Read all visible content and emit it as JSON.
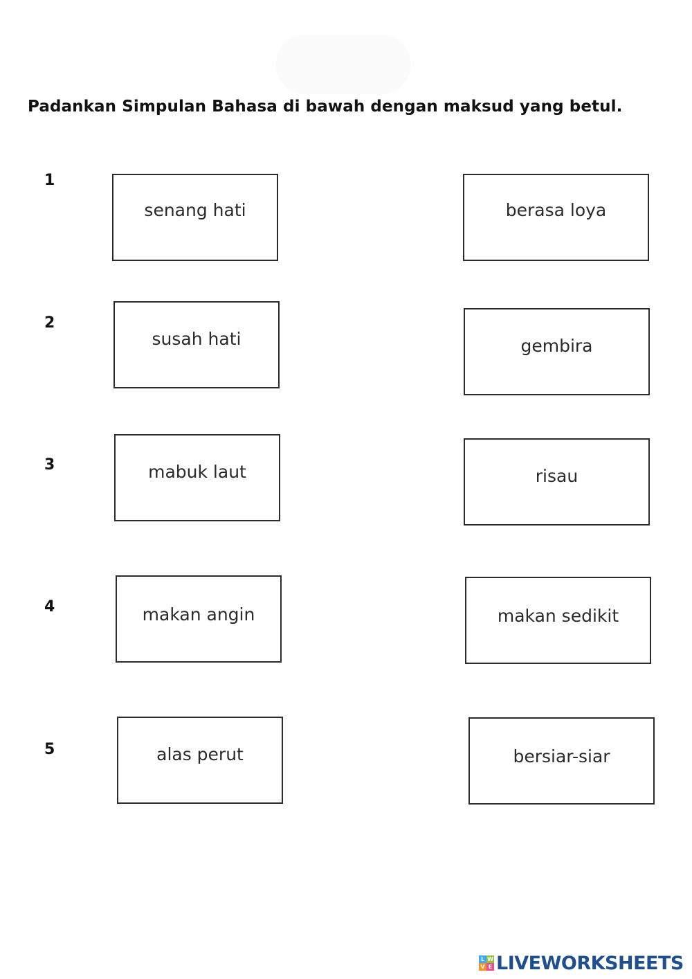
{
  "instruction": "Padankan Simpulan Bahasa di bawah dengan maksud yang betul.",
  "items": [
    {
      "number": "1",
      "left": "senang hati",
      "right": "berasa loya"
    },
    {
      "number": "2",
      "left": "susah hati",
      "right": "gembira"
    },
    {
      "number": "3",
      "left": "mabuk laut",
      "right": "risau"
    },
    {
      "number": "4",
      "left": "makan angin",
      "right": "makan sedikit"
    },
    {
      "number": "5",
      "left": "alas perut",
      "right": "bersiar-siar"
    }
  ],
  "footer": {
    "logo_text": "LIVEWORKSHEETS",
    "logo_icon_letters": [
      "L",
      "W",
      "V",
      "E"
    ],
    "logo_icon_colors": [
      "#3fa9f5",
      "#8cc63f",
      "#f7931e",
      "#e84c8b"
    ],
    "logo_color": "#1f4f8f"
  }
}
